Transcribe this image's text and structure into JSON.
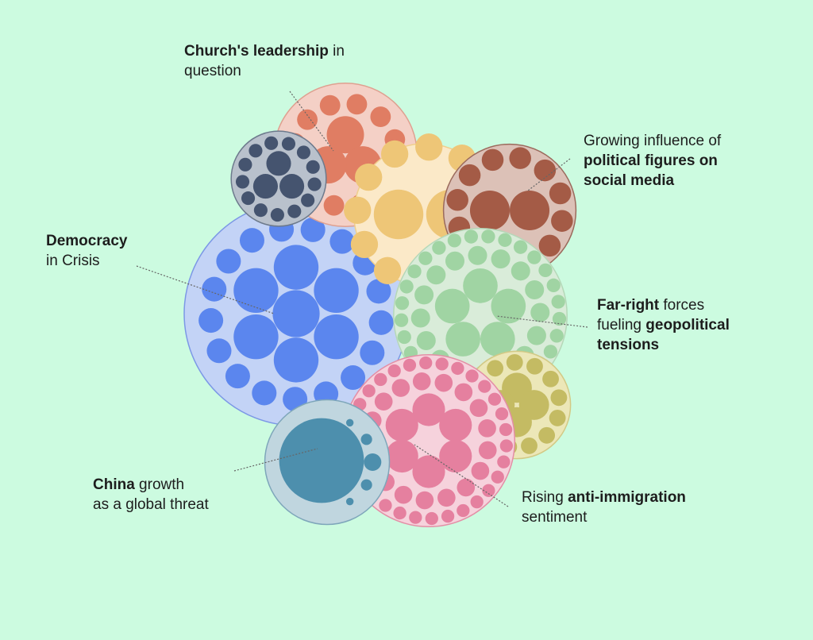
{
  "chart_data": {
    "type": "packed-bubble",
    "title": "",
    "groups": [
      {
        "id": "democracy",
        "name": "Democracy in Crisis",
        "fill": "#c3d3f6",
        "stroke": "#7c98e6",
        "dot": "#5b86ee",
        "relative_size": 1.0
      },
      {
        "id": "church",
        "name": "Church's leadership in question",
        "fill": "#f4d0c6",
        "stroke": "#dfa090",
        "dot": "#e07d63",
        "relative_size": 0.41
      },
      {
        "id": "navy",
        "name": "",
        "fill": "#b9c1cc",
        "stroke": "#6d7a8c",
        "dot": "#45546f",
        "relative_size": 0.18
      },
      {
        "id": "yellow",
        "name": "",
        "fill": "#fbe9c8",
        "stroke": "#f0cf8c",
        "dot": "#eec677",
        "relative_size": 0.4
      },
      {
        "id": "political",
        "name": "Growing influence of political figures on social media",
        "fill": "#dcc1b7",
        "stroke": "#9b6a5c",
        "dot": "#a45b46",
        "relative_size": 0.35
      },
      {
        "id": "farright",
        "name": "Far-right forces fueling geopolitical tensions",
        "fill": "#d9ecd9",
        "stroke": "#b5d8b8",
        "dot": "#a0d4a3",
        "relative_size": 0.6
      },
      {
        "id": "olive",
        "name": "",
        "fill": "#ece7b8",
        "stroke": "#d2c985",
        "dot": "#c4bb63",
        "relative_size": 0.23
      },
      {
        "id": "immigration",
        "name": "Rising anti-immigration sentiment",
        "fill": "#f6d2dc",
        "stroke": "#e48ea6",
        "dot": "#e5809f",
        "relative_size": 0.59
      },
      {
        "id": "china",
        "name": "China growth as a global threat",
        "fill": "#c0d6df",
        "stroke": "#7ea6ba",
        "dot": "#4d8fad",
        "relative_size": 0.31
      }
    ]
  },
  "labels": {
    "church": {
      "l1a": "Church's leadership",
      "l1b": " in",
      "l2": "question"
    },
    "political": {
      "l1": "Growing influence of",
      "l2": "political figures on",
      "l3": "social media"
    },
    "democracy": {
      "l1": "Democracy",
      "l2": "in Crisis"
    },
    "farright": {
      "l1a": "Far-right",
      "l1b": " forces",
      "l2a": "fueling ",
      "l2b": "geopolitical",
      "l3": "tensions"
    },
    "china": {
      "l1a": "China",
      "l1b": " growth",
      "l2": "as a global threat"
    },
    "immigration": {
      "l1a": "Rising ",
      "l1b": "anti-immigration",
      "l2": "sentiment"
    }
  }
}
